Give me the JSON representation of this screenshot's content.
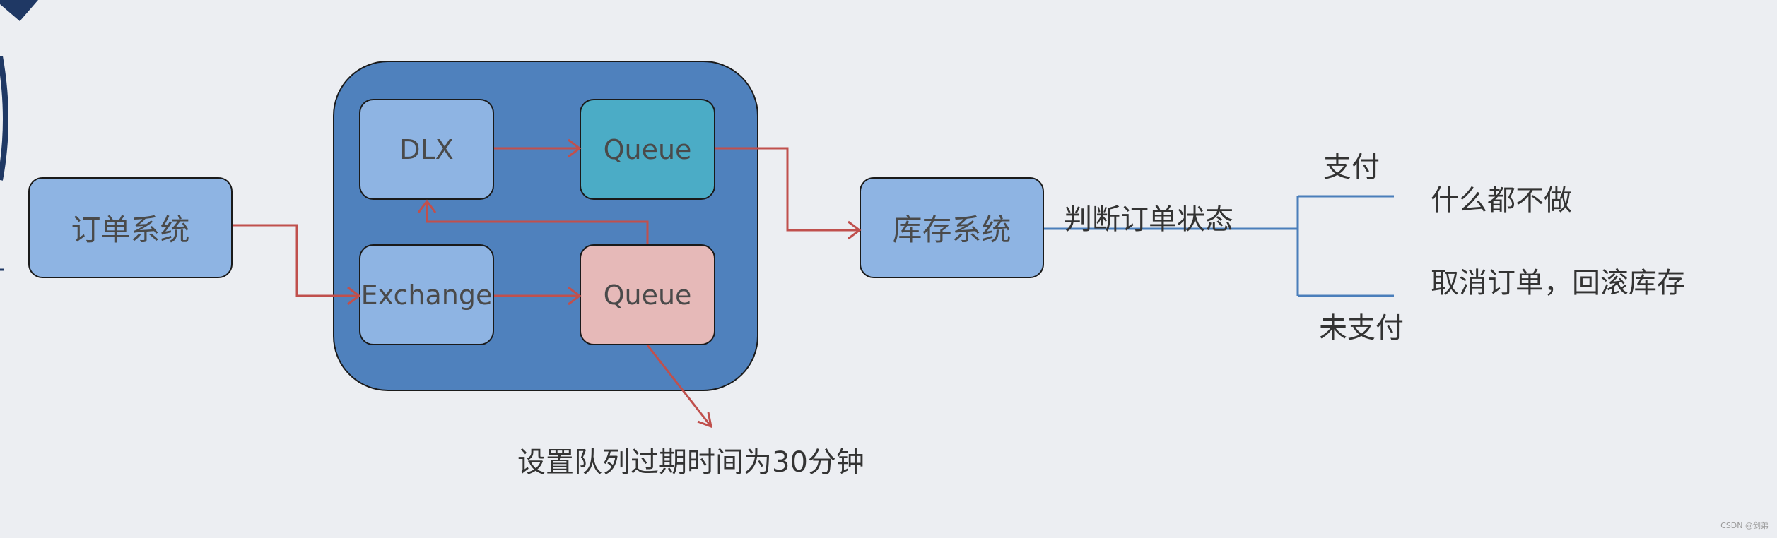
{
  "nodes": {
    "order_system": "订单系统",
    "dlx": "DLX",
    "exchange": "Exchange",
    "queue_dlx": "Queue",
    "queue_delay": "Queue",
    "inventory_system": "库存系统"
  },
  "labels": {
    "check_status": "判断订单状态",
    "paid": "支付",
    "unpaid": "未支付",
    "do_nothing": "什么都不做",
    "cancel_rollback": "取消订单，回滚库存",
    "ttl_note": "设置队列过期时间为30分钟"
  },
  "watermark": "CSDN @剑弟",
  "colors": {
    "arrow": "#c0504d",
    "branch_line": "#4a7ebb",
    "container": "#4f81bd",
    "node_light": "#8eb4e3",
    "node_teal": "#4bacc6",
    "node_pink": "#e6b9b8",
    "background": "#eceef2"
  }
}
